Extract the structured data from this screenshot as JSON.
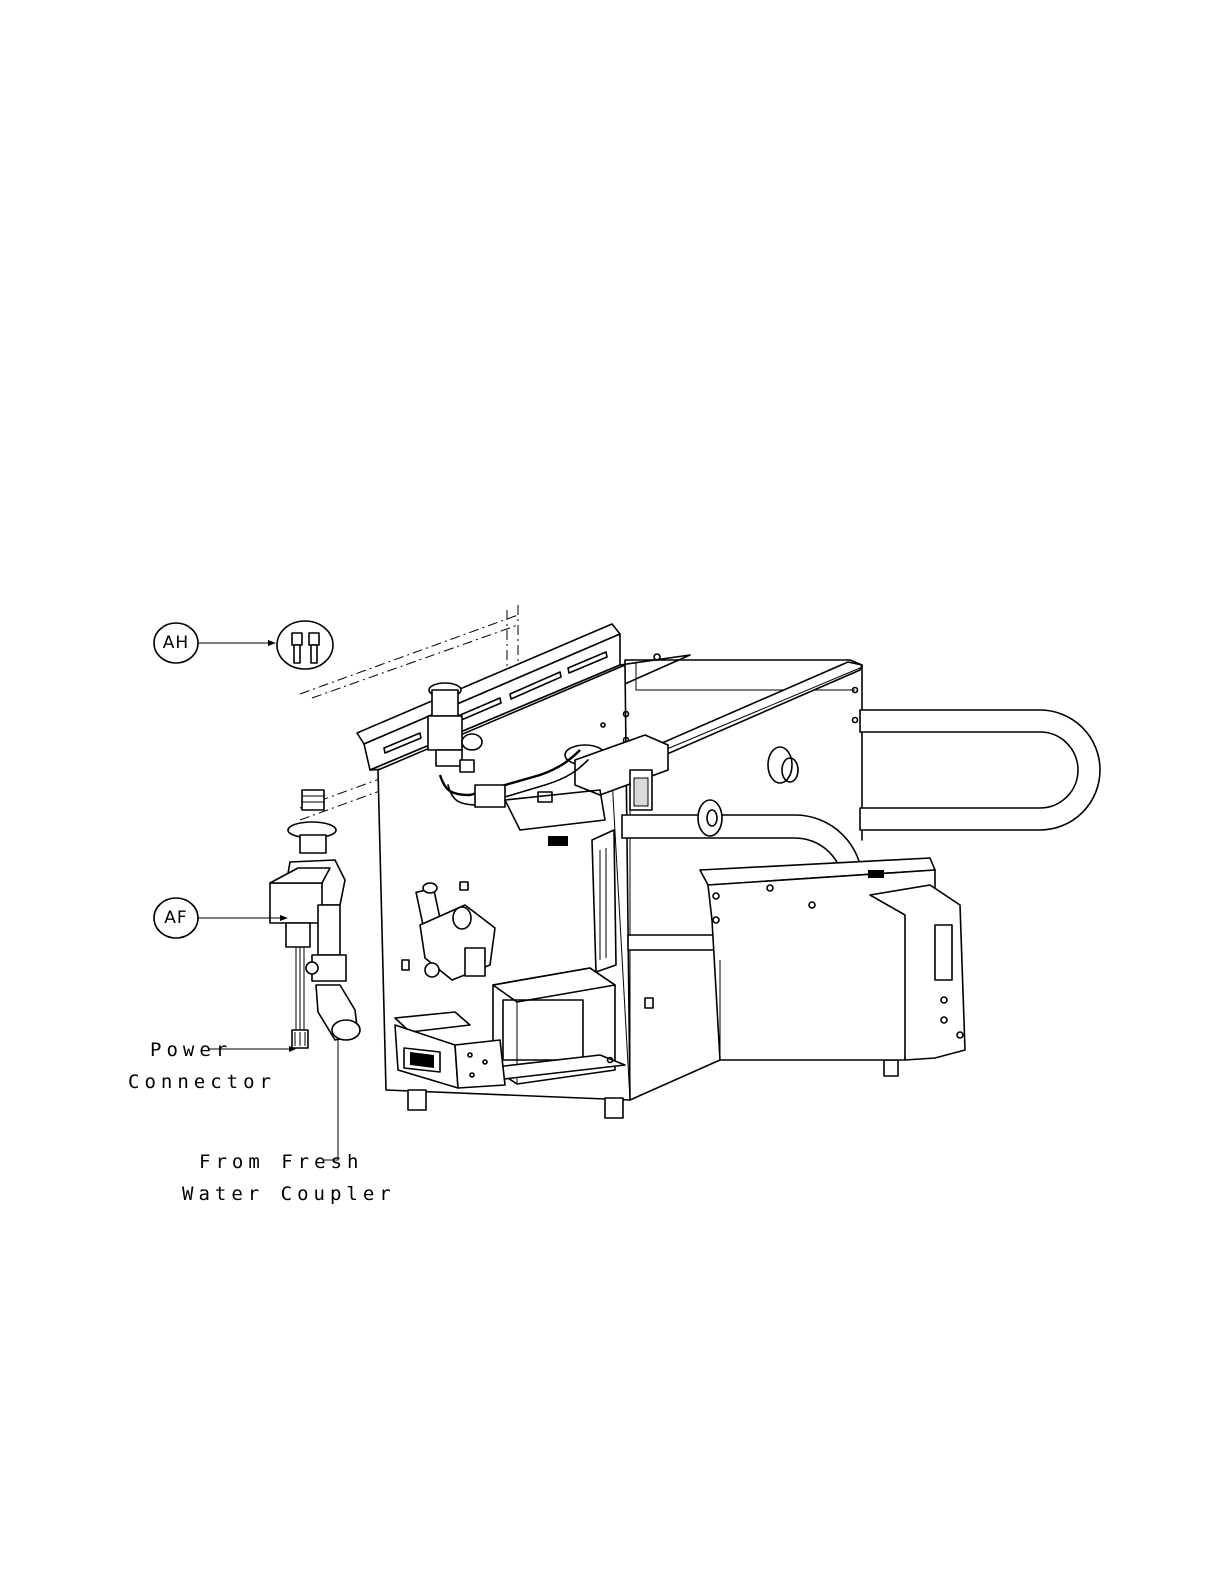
{
  "callouts": [
    {
      "id": "AH",
      "label": "AH"
    },
    {
      "id": "AF",
      "label": "AF"
    }
  ],
  "labels": {
    "power_connector": [
      "Power",
      "Connector"
    ],
    "fresh_water": [
      "From Fresh",
      "Water Coupler"
    ]
  }
}
